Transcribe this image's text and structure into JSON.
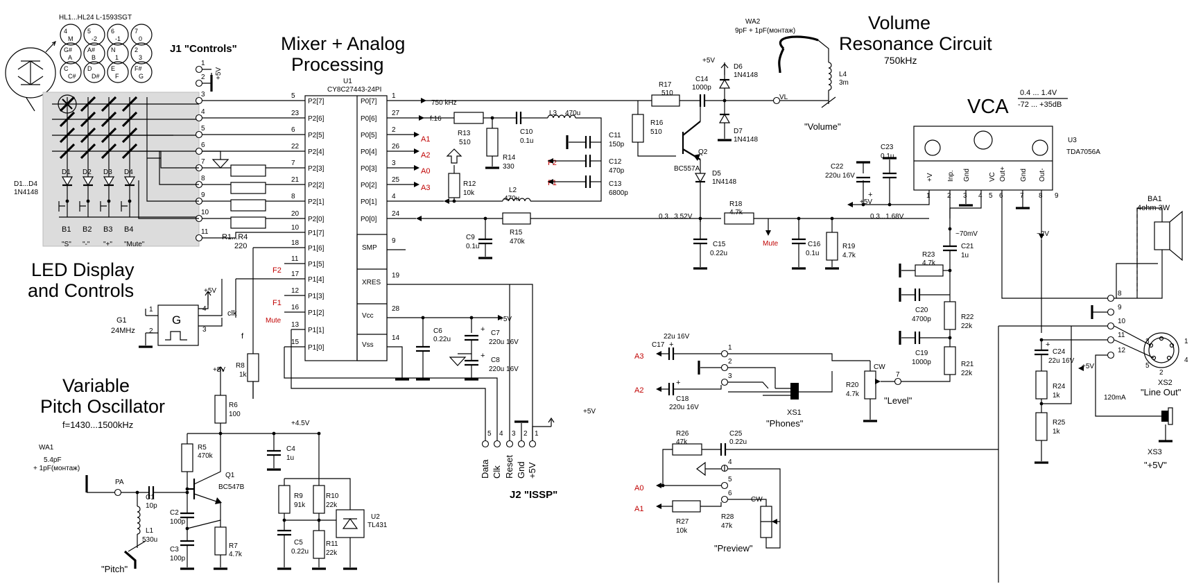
{
  "titles": {
    "mixer": [
      "Mixer + Analog",
      "Processing"
    ],
    "resonance": [
      "Volume",
      "Resonance Circuit"
    ],
    "resonance_freq": "750kHz",
    "vca": "VCA",
    "vca_range": [
      "0.4 ... 1.4V",
      "-72 ... +35dB"
    ],
    "led": [
      "LED Display",
      "and Controls"
    ],
    "vpo": [
      "Variable",
      "Pitch Oscillator"
    ],
    "vpo_freq": "f=1430...1500kHz"
  },
  "led_array": {
    "header": "HL1...HL24  L-1593SGT",
    "cells": [
      [
        "4",
        "M"
      ],
      [
        "5",
        "-2"
      ],
      [
        "6",
        "-1"
      ],
      [
        "7",
        "0"
      ],
      [
        "G#",
        "A"
      ],
      [
        "A#",
        "B"
      ],
      [
        "N",
        "1"
      ],
      [
        "2",
        "3"
      ],
      [
        "C",
        "C#"
      ],
      [
        "D",
        "D#"
      ],
      [
        "E",
        "F"
      ],
      [
        "F#",
        "G"
      ]
    ],
    "diodes": [
      "D1",
      "D2",
      "D3",
      "D4"
    ],
    "diode_ref": [
      "D1...D4",
      "1N4148"
    ],
    "buttons": [
      "B1",
      "B2",
      "B3",
      "B4"
    ],
    "button_labels": [
      "\"S\"",
      "\"-\"",
      "\"+\"",
      "\"Mute\""
    ]
  },
  "j1": {
    "title": "J1 \"Controls\"",
    "pins": [
      "1",
      "2",
      "3",
      "4",
      "5",
      "6",
      "7",
      "8",
      "9",
      "10",
      "11"
    ],
    "supply": "+5V"
  },
  "resistor_pack": {
    "ref": "R1...R4",
    "value": "220"
  },
  "u1": {
    "ref": "U1",
    "part": "CY8C27443-24PI",
    "left_pins": [
      {
        "num": "5",
        "name": "P2[7]"
      },
      {
        "num": "23",
        "name": "P2[6]"
      },
      {
        "num": "6",
        "name": "P2[5]"
      },
      {
        "num": "22",
        "name": "P2[4]"
      },
      {
        "num": "7",
        "name": "P2[3]"
      },
      {
        "num": "21",
        "name": "P2[2]"
      },
      {
        "num": "8",
        "name": "P2[1]"
      },
      {
        "num": "20",
        "name": "P2[0]"
      },
      {
        "num": "10",
        "name": "P1[7]"
      },
      {
        "num": "18",
        "name": "P1[6]"
      },
      {
        "num": "11",
        "name": "P1[5]"
      },
      {
        "num": "17",
        "name": "P1[4]"
      },
      {
        "num": "12",
        "name": "P1[3]"
      },
      {
        "num": "16",
        "name": "P1[2]"
      },
      {
        "num": "13",
        "name": "P1[1]"
      },
      {
        "num": "15",
        "name": "P1[0]"
      }
    ],
    "right_pins": [
      {
        "num": "1",
        "name": "P0[7]"
      },
      {
        "num": "27",
        "name": "P0[6]"
      },
      {
        "num": "2",
        "name": "P0[5]"
      },
      {
        "num": "26",
        "name": "P0[4]"
      },
      {
        "num": "3",
        "name": "P0[3]"
      },
      {
        "num": "25",
        "name": "P0[2]"
      },
      {
        "num": "4",
        "name": "P0[1]"
      },
      {
        "num": "24",
        "name": "P0[0]"
      }
    ],
    "lower_pins": [
      {
        "num": "9",
        "name": "SMP"
      },
      {
        "num": "19",
        "name": "XRES"
      },
      {
        "num": "28",
        "name": "Vcc"
      },
      {
        "num": "14",
        "name": "Vss"
      }
    ],
    "left_labels": [
      "F2",
      "F1",
      "Mute"
    ],
    "right_labels": [
      "A1",
      "A2",
      "A0",
      "A3"
    ]
  },
  "signals": {
    "f750": "750 kHz",
    "f16": "f:16",
    "v_pa": "0.3...3.52V",
    "v_in": "0.3...1.68V",
    "mv70": "~70mV",
    "v2": "~2V",
    "ma120": "120mA",
    "supply": "+5V",
    "supply45": "+4.5V",
    "mute": "Mute",
    "clk": "clk",
    "f": "f"
  },
  "g1": {
    "ref": "G1",
    "value": "24MHz",
    "symbol": "G",
    "pins": [
      "1",
      "2",
      "3",
      "4"
    ]
  },
  "components": {
    "R13": [
      "R13",
      "510"
    ],
    "R14": [
      "R14",
      "330"
    ],
    "C10": [
      "C10",
      "0.1u"
    ],
    "L3": [
      "L3",
      "470u"
    ],
    "C11": [
      "C11",
      "150p"
    ],
    "C12": [
      "C12",
      "470p"
    ],
    "C13": [
      "C13",
      "6800p"
    ],
    "R12": [
      "R12",
      "10k"
    ],
    "L2": [
      "L2",
      "470u"
    ],
    "R15": [
      "R15",
      "470k"
    ],
    "C9": [
      "C9",
      "0.1u"
    ],
    "R17": [
      "R17",
      "510"
    ],
    "R16": [
      "R16",
      "510"
    ],
    "C14": [
      "C14",
      "1000p"
    ],
    "D6": [
      "D6",
      "1N4148"
    ],
    "D7": [
      "D7",
      "1N4148"
    ],
    "D5": [
      "D5",
      "1N4148"
    ],
    "Q2": [
      "Q2",
      "BC557A"
    ],
    "WA2": [
      "WA2",
      "9pF + 1pF(монтаж)"
    ],
    "L4": [
      "L4",
      "3m"
    ],
    "VL": "VL",
    "R18": [
      "R18",
      "4.7k"
    ],
    "C15": [
      "C15",
      "0.22u"
    ],
    "C16": [
      "C16",
      "0.1u"
    ],
    "R19": [
      "R19",
      "4.7k"
    ],
    "C22": [
      "C22",
      "220u 16V"
    ],
    "C23": [
      "C23",
      "0.1u"
    ],
    "R23": [
      "R23",
      "4.7k"
    ],
    "C21": [
      "C21",
      "1u"
    ],
    "C20": [
      "C20",
      "4700p"
    ],
    "R22": [
      "R22",
      "22k"
    ],
    "C19": [
      "C19",
      "1000p"
    ],
    "R21": [
      "R21",
      "22k"
    ],
    "R20": [
      "R20",
      "4.7k"
    ],
    "C6": [
      "C6",
      "0.22u"
    ],
    "C7": [
      "C7",
      "220u 16V"
    ],
    "C8": [
      "C8",
      "220u 16V"
    ],
    "R8": [
      "R8",
      "1k"
    ],
    "R6": [
      "R6",
      "100"
    ],
    "R5": [
      "R5",
      "470k"
    ],
    "Q1": [
      "Q1",
      "BC547B"
    ],
    "C4": [
      "C4",
      "1u"
    ],
    "R9": [
      "R9",
      "91k"
    ],
    "R10": [
      "R10",
      "22k"
    ],
    "U2": [
      "U2",
      "TL431"
    ],
    "C5": [
      "C5",
      "0.22u"
    ],
    "R11": [
      "R11",
      "22k"
    ],
    "C1": [
      "C1",
      "10p"
    ],
    "C2": [
      "C2",
      "100p"
    ],
    "C3": [
      "C3",
      "100p"
    ],
    "R7": [
      "R7",
      "4.7k"
    ],
    "L1": [
      "L1",
      "530u"
    ],
    "WA1": [
      "WA1",
      "5.4pF",
      "+ 1pF(монтаж)"
    ],
    "PA": "PA",
    "C17": [
      "C17",
      "22u 16V"
    ],
    "C18": [
      "C18",
      "220u 16V"
    ],
    "R26": [
      "R26",
      "47k"
    ],
    "C25": [
      "C25",
      "0.22u"
    ],
    "R27": [
      "R27",
      "10k"
    ],
    "R28": [
      "R28",
      "47k"
    ],
    "C24": [
      "C24",
      "22u 16V"
    ],
    "R24": [
      "R24",
      "1k"
    ],
    "R25": [
      "R25",
      "1k"
    ],
    "BA1": [
      "BA1",
      "4ohm 3W"
    ]
  },
  "u3": {
    "ref": "U3",
    "part": "TDA7056A",
    "pins": [
      {
        "num": "1",
        "name": "+V"
      },
      {
        "num": "2",
        "name": "Inp."
      },
      {
        "num": "3",
        "name": "Gnd"
      },
      {
        "num": "4",
        "name": ""
      },
      {
        "num": "5",
        "name": "VC"
      },
      {
        "num": "6",
        "name": "Out+"
      },
      {
        "num": "7",
        "name": "Gnd"
      },
      {
        "num": "8",
        "name": "Out-"
      },
      {
        "num": "9",
        "name": ""
      }
    ]
  },
  "j2": {
    "title": "J2 \"ISSP\"",
    "pins": [
      "5",
      "4",
      "3",
      "2",
      "1"
    ],
    "names": [
      "Data",
      "Clk",
      "Reset",
      "Gnd",
      "+5V"
    ]
  },
  "connectors": {
    "xs1": [
      "XS1",
      "\"Phones\""
    ],
    "xs2": [
      "XS2",
      "\"Line Out\""
    ],
    "xs3": [
      "XS3",
      "\"+5V\""
    ],
    "j_pins_mid": [
      "1",
      "2",
      "3",
      "4",
      "5",
      "6",
      "7"
    ],
    "j_pins_right": [
      "8",
      "9",
      "10",
      "11",
      "12"
    ],
    "xs2_pins": [
      "3",
      "1",
      "4",
      "5",
      "2"
    ]
  },
  "controls": {
    "volume": "\"Volume\"",
    "pitch": "\"Pitch\"",
    "level": "\"Level\"",
    "preview": "\"Preview\"",
    "cw": "CW"
  }
}
